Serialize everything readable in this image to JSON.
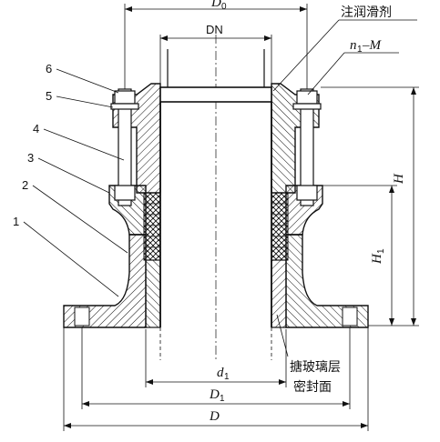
{
  "labels": {
    "part_1": "1",
    "part_2": "2",
    "part_3": "3",
    "part_4": "4",
    "part_5": "5",
    "part_6": "6",
    "dn": "DN",
    "d0": "D",
    "d0_sub": "0",
    "lubricant": "注润滑剂",
    "n1m": "n",
    "n1m_sub": "1",
    "n1m_tail": "–M",
    "h": "H",
    "h1": "H",
    "h1_sub": "1",
    "d1": "d",
    "d1_sub": "1",
    "D1": "D",
    "D1_sub": "1",
    "D": "D",
    "glass_layer": "搪玻璃层",
    "seal_face": "密封面"
  }
}
